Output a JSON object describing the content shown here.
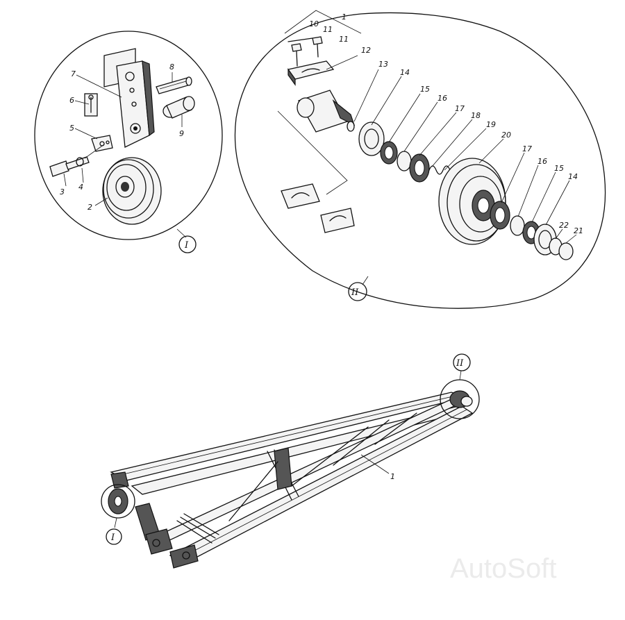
{
  "detail_I": {
    "marker": "I",
    "labels": [
      "2",
      "3",
      "4",
      "5",
      "6",
      "7",
      "8",
      "9"
    ]
  },
  "detail_II": {
    "marker": "II",
    "labels": [
      "1",
      "10",
      "11",
      "11",
      "12",
      "13",
      "14",
      "15",
      "16",
      "17",
      "18",
      "19",
      "20",
      "17",
      "16",
      "15",
      "14",
      "22",
      "21"
    ]
  },
  "boom": {
    "label": "1",
    "marker_I": "I",
    "marker_II": "II"
  },
  "watermark": "AutoSoft"
}
